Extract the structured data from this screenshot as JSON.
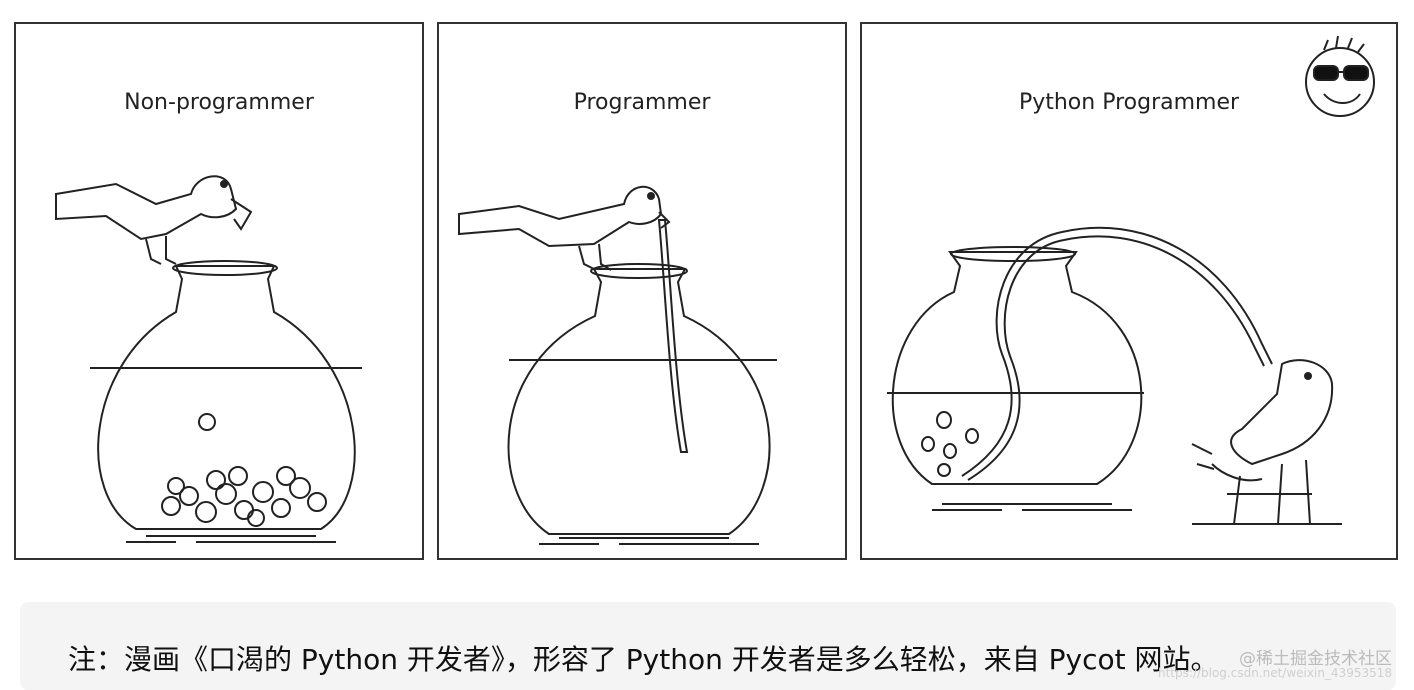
{
  "comic": {
    "panels": [
      {
        "title": "Non-programmer"
      },
      {
        "title": "Programmer"
      },
      {
        "title": "Python Programmer"
      }
    ]
  },
  "caption": {
    "text": "注：漫画《口渴的 Python 开发者》，形容了 Python 开发者是多么轻松，来自 Pycot 网站。"
  },
  "watermark": {
    "text": "@稀土掘金技术社区",
    "url": "https://blog.csdn.net/weixin_43953518"
  }
}
